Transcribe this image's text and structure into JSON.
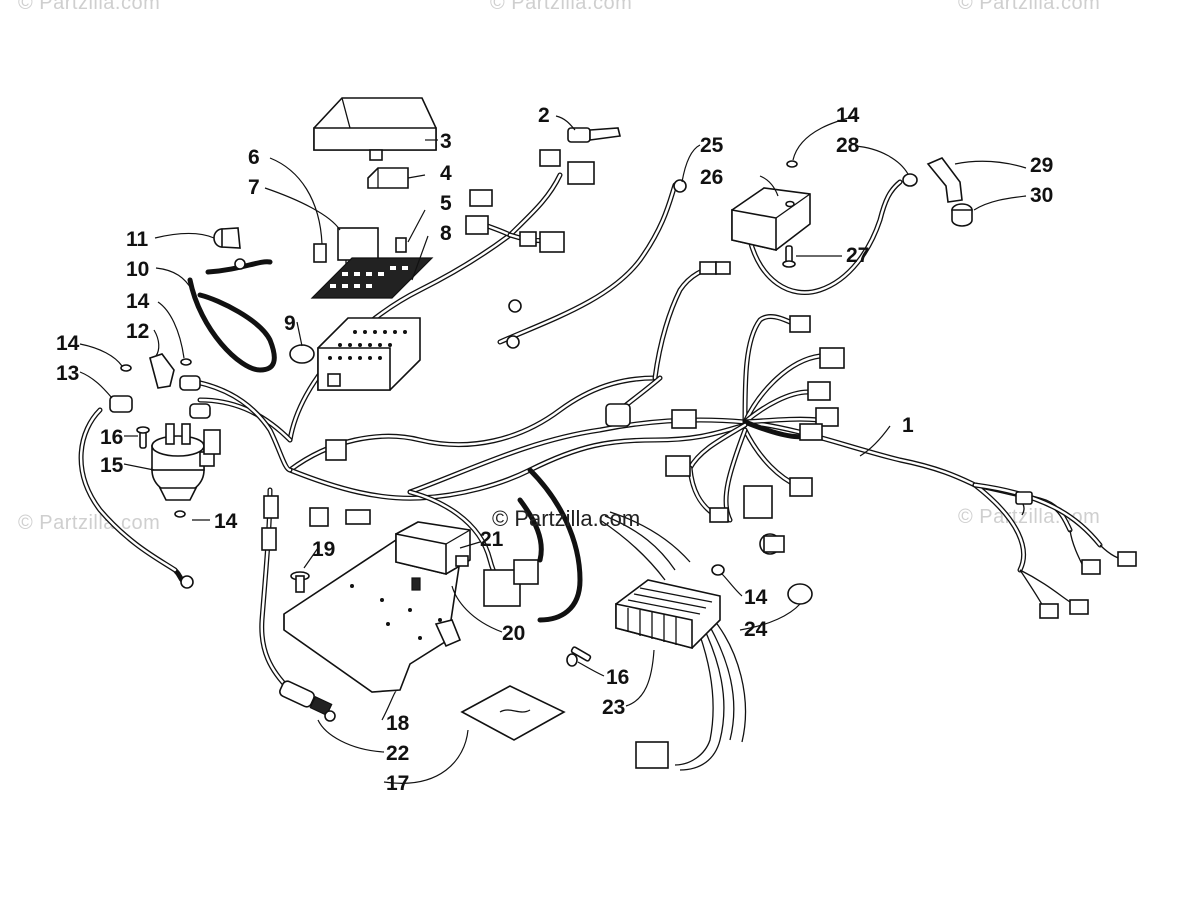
{
  "watermarks": {
    "top_left": "© Partzilla.com",
    "top_center": "© Partzilla.com",
    "top_right": "© Partzilla.com",
    "mid_left": "© Partzilla.com",
    "mid_right": "© Partzilla.com",
    "center": "© Partzilla.com"
  },
  "callouts": {
    "c1": "1",
    "c2": "2",
    "c3": "3",
    "c4": "4",
    "c5": "5",
    "c6": "6",
    "c7": "7",
    "c8": "8",
    "c9": "9",
    "c10": "10",
    "c11": "11",
    "c12": "12",
    "c13": "13",
    "c14a": "14",
    "c14b": "14",
    "c14c": "14",
    "c14d": "14",
    "c14e": "14",
    "c15": "15",
    "c16a": "16",
    "c16b": "16",
    "c17": "17",
    "c18": "18",
    "c19": "19",
    "c20": "20",
    "c21": "21",
    "c22": "22",
    "c23": "23",
    "c24": "24",
    "c25": "25",
    "c26": "26",
    "c27": "27",
    "c28": "28",
    "c29": "29",
    "c30": "30"
  }
}
